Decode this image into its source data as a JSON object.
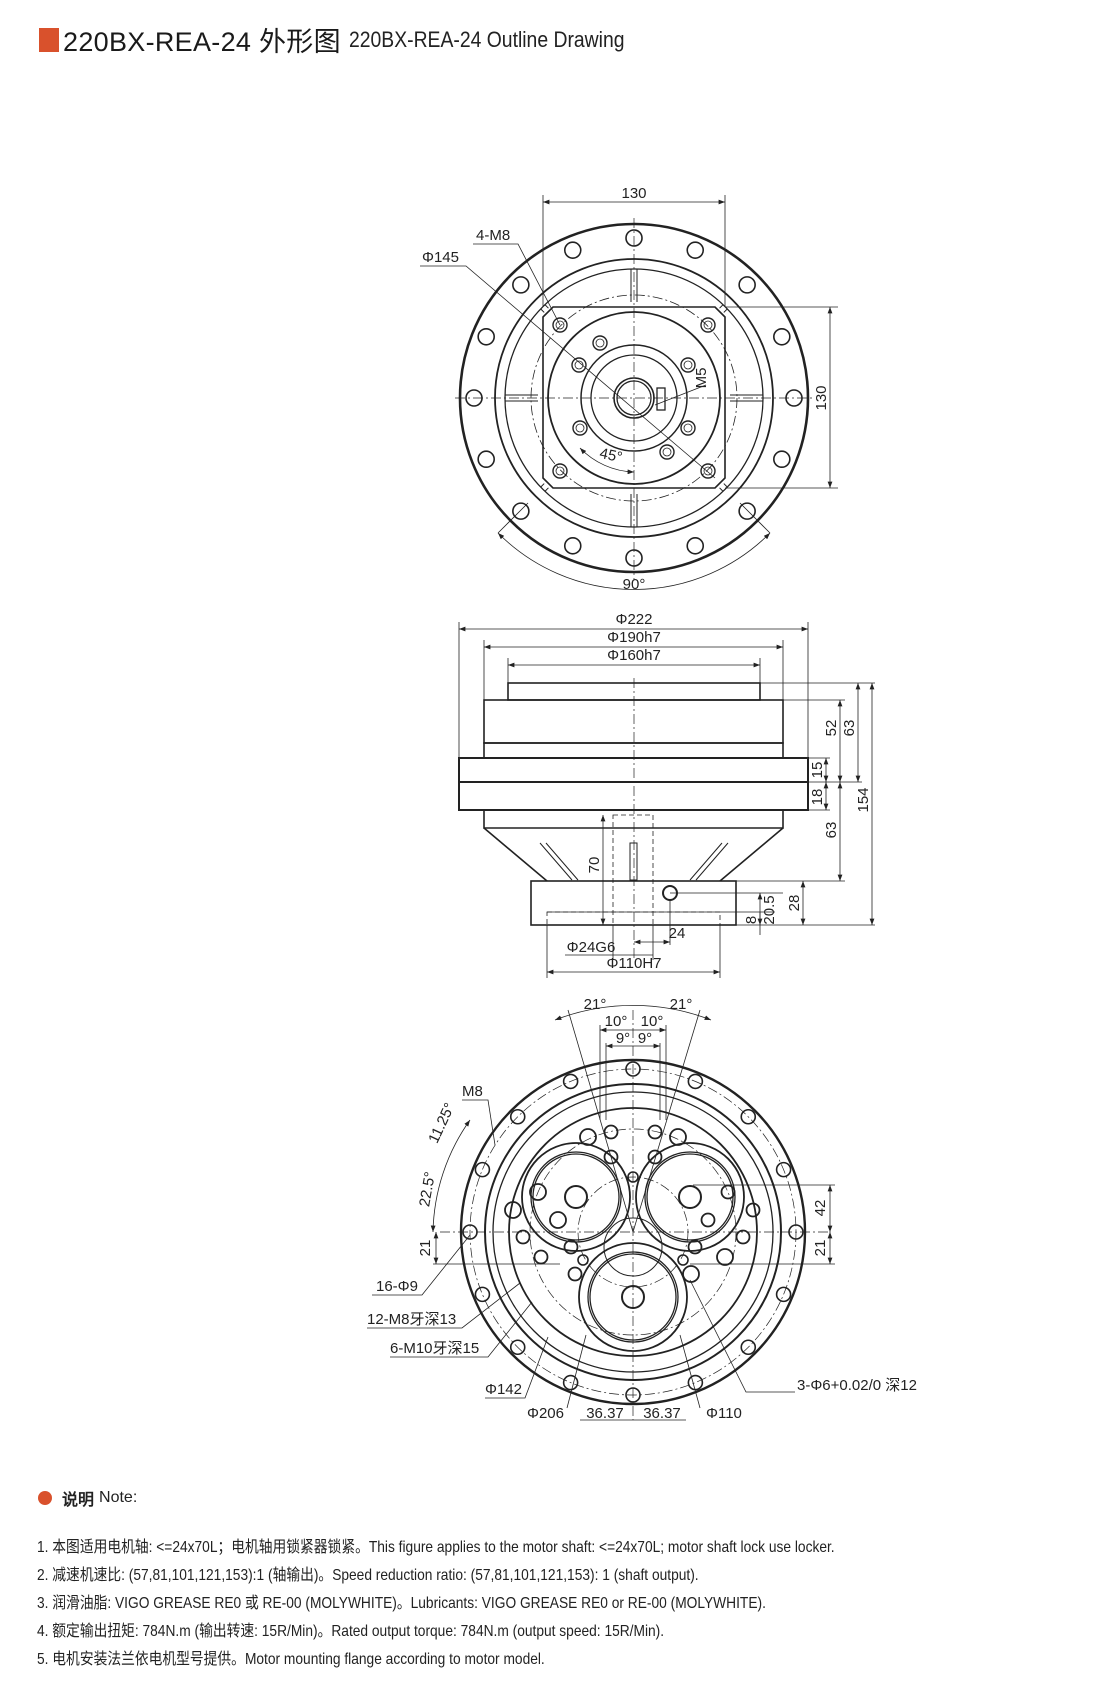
{
  "title": {
    "model_cn": "220BX-REA-24 外形图",
    "model_en": "220BX-REA-24 Outline Drawing",
    "accent_color": "#d9512c"
  },
  "top_view": {
    "dim_width": "130",
    "dim_height": "130",
    "label_4m8": "4-M8",
    "label_phi145": "Φ145",
    "label_m5": "M5",
    "angle_45": "45°",
    "angle_90": "90°"
  },
  "side_view": {
    "phi222": "Φ222",
    "phi190": "Φ190h7",
    "phi160": "Φ160h7",
    "d52": "52",
    "d63_top": "63",
    "d15": "15",
    "d18": "18",
    "d154": "154",
    "d63_bottom": "63",
    "d70": "70",
    "d28": "28",
    "d20_5": "20.5",
    "d8": "8",
    "d24": "24",
    "phi24g6": "Φ24G6",
    "phi110h7": "Φ110H7"
  },
  "bottom_view": {
    "a21_left": "21°",
    "a21_right": "21°",
    "a10_left": "10°",
    "a10_right": "10°",
    "a9_left": "9°",
    "a9_right": "9°",
    "m8": "M8",
    "a11_25": "11.25°",
    "a22_5": "22.5°",
    "d21_left": "21",
    "d42": "42",
    "d21_right": "21",
    "holes_16": "16-Φ9",
    "holes_12": "12-M8牙深13",
    "holes_6": "6-M10牙深15",
    "holes_3": "3-Φ6+0.02/0 深12",
    "phi142": "Φ142",
    "phi206": "Φ206",
    "d36_left": "36.37",
    "d36_right": "36.37",
    "phi110": "Φ110"
  },
  "notes": {
    "heading_cn": "说明",
    "heading_en": "Note:",
    "items": [
      "1. 本图适用电机轴: <=24x70L；电机轴用锁紧器锁紧。This figure applies to the motor shaft: <=24x70L; motor shaft lock use locker.",
      "2. 减速机速比: (57,81,101,121,153):1 (轴输出)。Speed reduction ratio: (57,81,101,121,153): 1 (shaft output).",
      "3. 润滑油脂: VIGO GREASE RE0 或 RE-00 (MOLYWHITE)。Lubricants: VIGO GREASE RE0 or RE-00 (MOLYWHITE).",
      "4. 额定输出扭矩: 784N.m (输出转速: 15R/Min)。Rated output torque: 784N.m (output speed: 15R/Min).",
      "5. 电机安装法兰依电机型号提供。Motor mounting flange according to motor model."
    ]
  }
}
